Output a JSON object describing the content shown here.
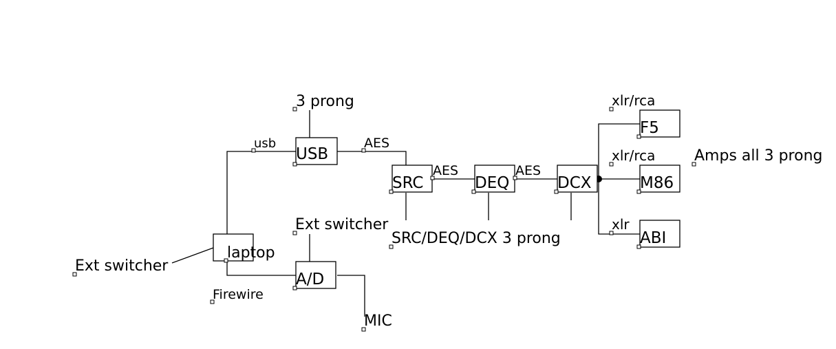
{
  "diagram": {
    "components": {
      "usb": "USB",
      "src": "SRC",
      "deq": "DEQ",
      "dcx": "DCX",
      "f5": "F5",
      "m86": "M86",
      "abi": "ABI",
      "laptop": "laptop",
      "ad": "A/D"
    },
    "labels": {
      "usb_power": "3 prong",
      "usb_link": "usb",
      "aes_1": "AES",
      "aes_2": "AES",
      "aes_3": "AES",
      "f5_link": "xlr/rca",
      "m86_link": "xlr/rca",
      "abi_link": "xlr",
      "amps_power": "Amps all 3 prong",
      "src_power": "SRC/DEQ/DCX 3 prong",
      "ad_switcher": "Ext switcher",
      "laptop_switcher": "Ext switcher",
      "firewire": "Firewire",
      "mic": "MIC"
    }
  }
}
